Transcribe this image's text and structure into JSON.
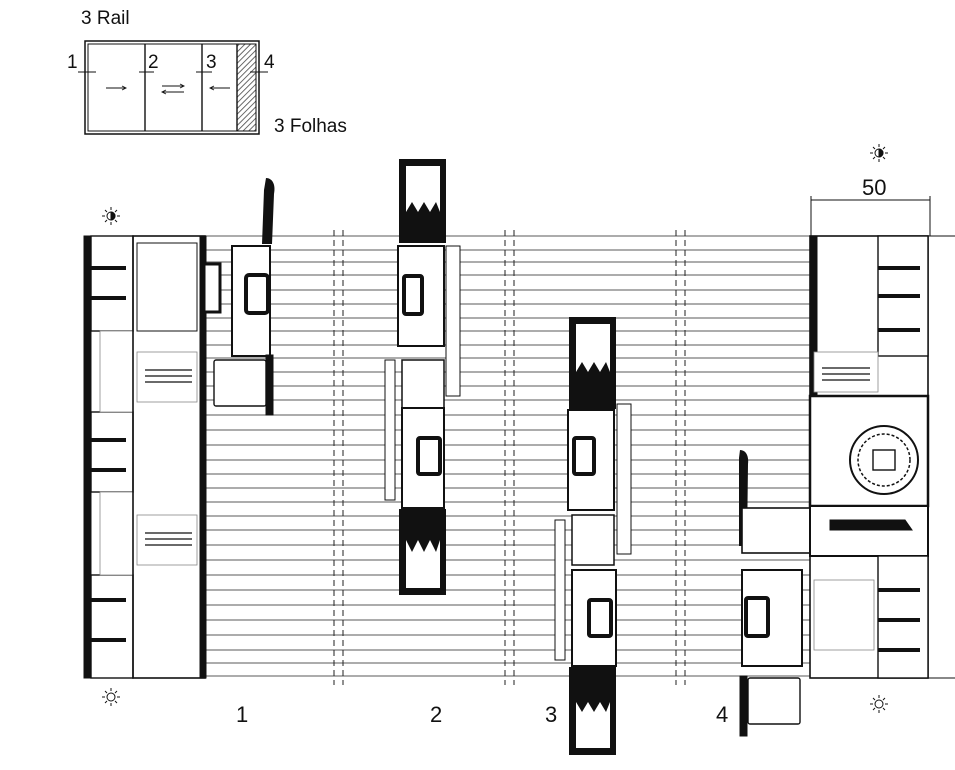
{
  "legend": {
    "rail_label": "3 Rail",
    "leaves_label": "3 Folhas",
    "pos_1": "1",
    "pos_2": "2",
    "pos_3": "3",
    "pos_4": "4"
  },
  "dimension": {
    "value": "50"
  },
  "section_labels": {
    "s1": "1",
    "s2": "2",
    "s3": "3",
    "s4": "4"
  },
  "icons": {
    "interior": "sun-half-icon",
    "exterior": "sun-outline-icon"
  },
  "colors": {
    "ink": "#111111",
    "hatch": "#555555",
    "paper": "#ffffff"
  }
}
